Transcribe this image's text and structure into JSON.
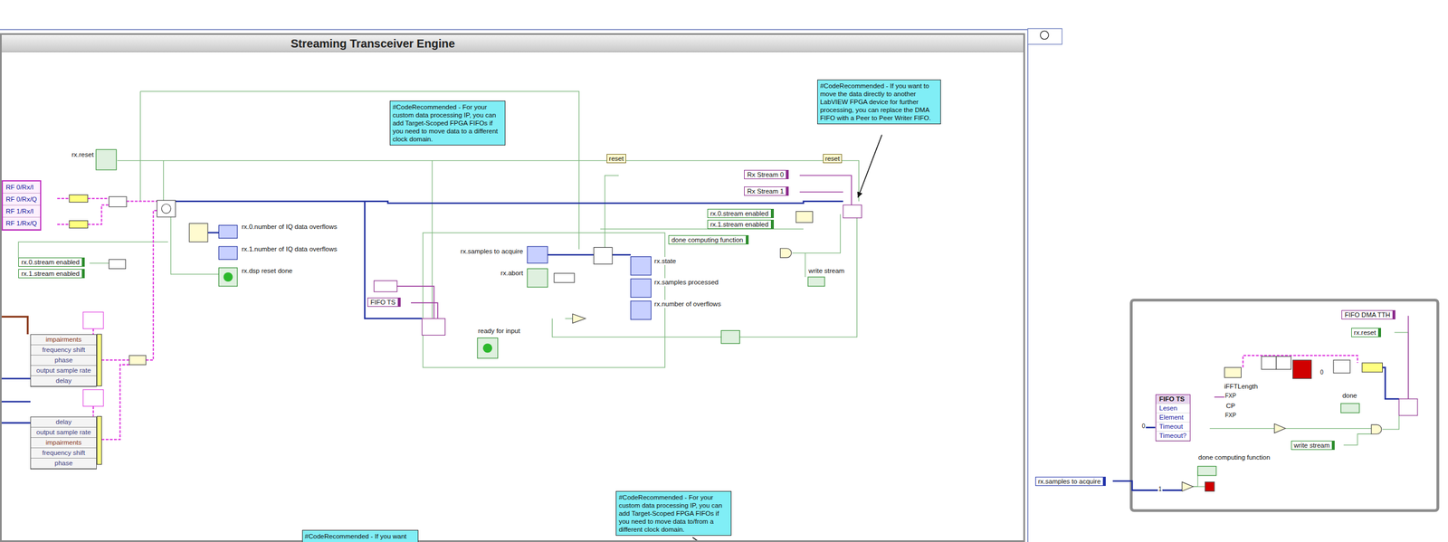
{
  "diagram": {
    "nodes": [
      {
        "text": [
          "Streaming Transceiver Engine"
        ]
      },
      {
        "text": [
          "#CodeRecommended - For your custom data processing IP, you can add Target-Scoped FPGA FIFOs if you need to move data to a different clock domain."
        ],
        "in": 0
      },
      {
        "text": [
          "#CodeRecommended - If you want to move the data directly to another LabVIEW FPGA device for further processing, you can replace the DMA FIFO with a Peer to Peer Writer FIFO."
        ],
        "in": 0
      },
      {
        "text": [
          "#CodeRecommended - For your custom data processing IP, you can add Target-Scoped FPGA FIFOs if you need to move data to/from a different clock domain."
        ],
        "in": 0
      },
      {
        "text": [
          "#CodeRecommended - If you want"
        ],
        "in": 0
      },
      {
        "text": [
          "RF 0/Rx/I",
          "RF 0/Rx/Q",
          "RF 1/Rx/I",
          "RF 1/Rx/Q"
        ],
        "in": 0
      },
      {
        "text": [
          "rx.0.stream enabled"
        ],
        "in": 0
      },
      {
        "text": [
          "rx.1.stream enabled"
        ],
        "in": 0
      },
      {
        "text": [
          "impairments",
          "frequency shift",
          "phase",
          "output sample rate",
          "delay"
        ],
        "in": 0
      },
      {
        "text": [
          "delay",
          "output sample rate",
          "impairments",
          "frequency shift",
          "phase"
        ],
        "in": 0
      },
      {
        "text": [
          "reset"
        ],
        "in": 0
      },
      {
        "text": [
          "reset"
        ],
        "in": 0
      },
      {
        "text": [
          "Rx Stream 0"
        ],
        "in": 0
      },
      {
        "text": [
          "Rx Stream 1"
        ],
        "in": 0
      },
      {
        "text": [
          "rx.0.stream enabled"
        ],
        "in": 0
      },
      {
        "text": [
          "rx.1.stream enabled"
        ],
        "in": 0
      },
      {
        "text": [
          "done computing function"
        ],
        "in": 0
      },
      {
        "text": [
          "FIFO TS"
        ],
        "in": 0
      },
      {
        "text": [
          "FIFO DMA TTH"
        ]
      },
      {
        "text": [
          "rx.reset"
        ]
      },
      {
        "text": [
          "FIFO TS",
          "Lesen",
          "Element",
          "Timeout",
          "Timeout?"
        ]
      },
      {
        "text": [
          "write stream"
        ]
      },
      {
        "text": [
          "rx.samples to acquire"
        ]
      }
    ],
    "labels": [
      "rx.reset",
      "rx.0.number of IQ data overflows",
      "rx.1.number of IQ data overflows",
      "rx.dsp reset done",
      "rx.samples to acquire",
      "rx.abort",
      "rx.state",
      "rx.samples processed",
      "rx.number of overflows",
      "write stream",
      "ready for input",
      "iFFTLength",
      "FXP",
      "CP",
      "FXP",
      "done",
      "done computing function",
      "0",
      "1",
      "0"
    ]
  }
}
